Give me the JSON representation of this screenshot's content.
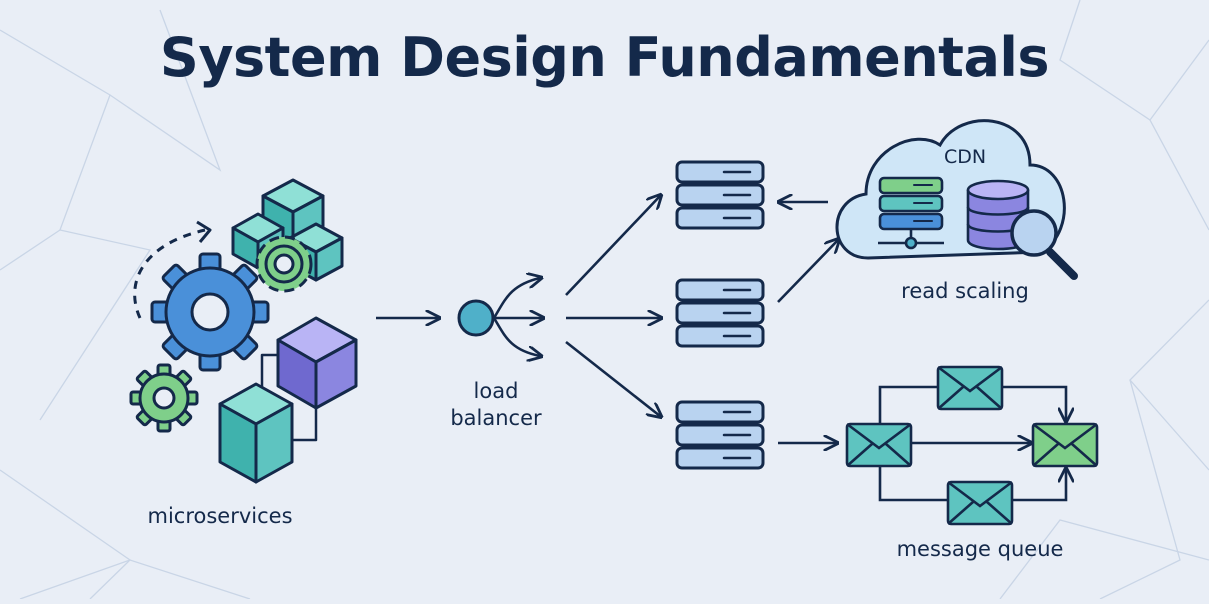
{
  "title": "System Design Fundamentals",
  "labels": {
    "microservices": "microservices",
    "load_balancer_line1": "load",
    "load_balancer_line2": "balancer",
    "cdn": "CDN",
    "read_scaling": "read scaling",
    "message_queue": "message queue"
  },
  "icons": [
    "gear-icon",
    "cube-icon",
    "load-balancer-icon",
    "server-icon",
    "cloud-icon",
    "database-icon",
    "magnifier-icon",
    "envelope-icon"
  ],
  "colors": {
    "background": "#e9eef6",
    "ink": "#14294a",
    "blue": "#4a90d9",
    "light_blue": "#b9d3f0",
    "teal": "#5ec4c0",
    "green": "#7fcf8a",
    "purple": "#8b86e0"
  }
}
